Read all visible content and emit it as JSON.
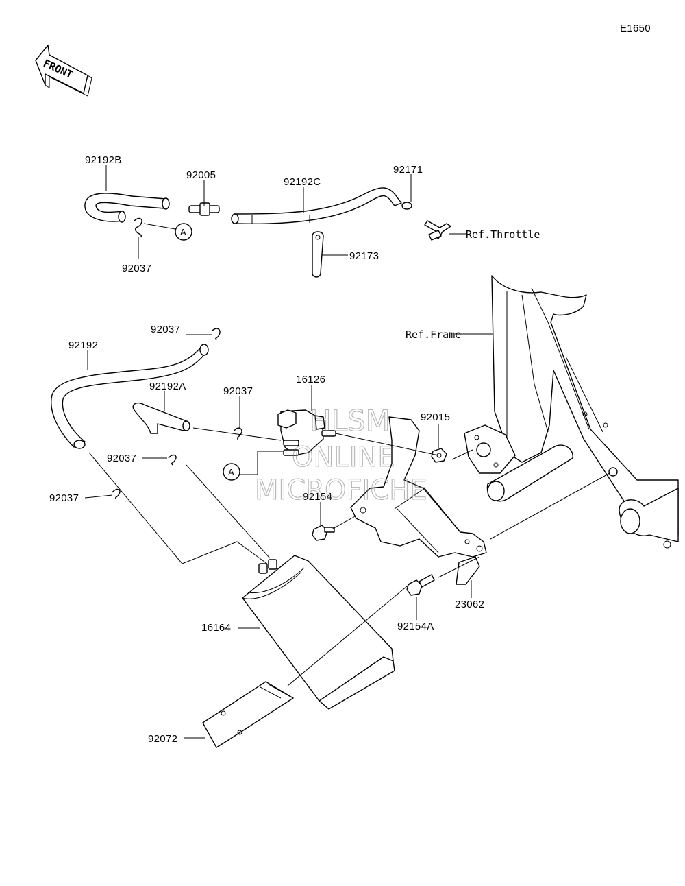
{
  "diagram_code": "E1650",
  "front_label": "FRONT",
  "watermark": {
    "line1": "HLSM",
    "line2": "ONLINE",
    "line3": "MICROFICHE"
  },
  "circle_marker": "A",
  "part_labels": {
    "p92192B": "92192B",
    "p92005": "92005",
    "p92192C": "92192C",
    "p92171": "92171",
    "ref_throttle": "Ref.Throttle",
    "p92037_top": "92037",
    "p92173": "92173",
    "ref_frame": "Ref.Frame",
    "p92037_a": "92037",
    "p92192": "92192",
    "p16126": "16126",
    "p92192A": "92192A",
    "p92037_b": "92037",
    "p92015": "92015",
    "p92037_c": "92037",
    "p92154": "92154",
    "p92037_d": "92037",
    "p23062": "23062",
    "p92154A": "92154A",
    "p16164": "16164",
    "p92072": "92072"
  }
}
